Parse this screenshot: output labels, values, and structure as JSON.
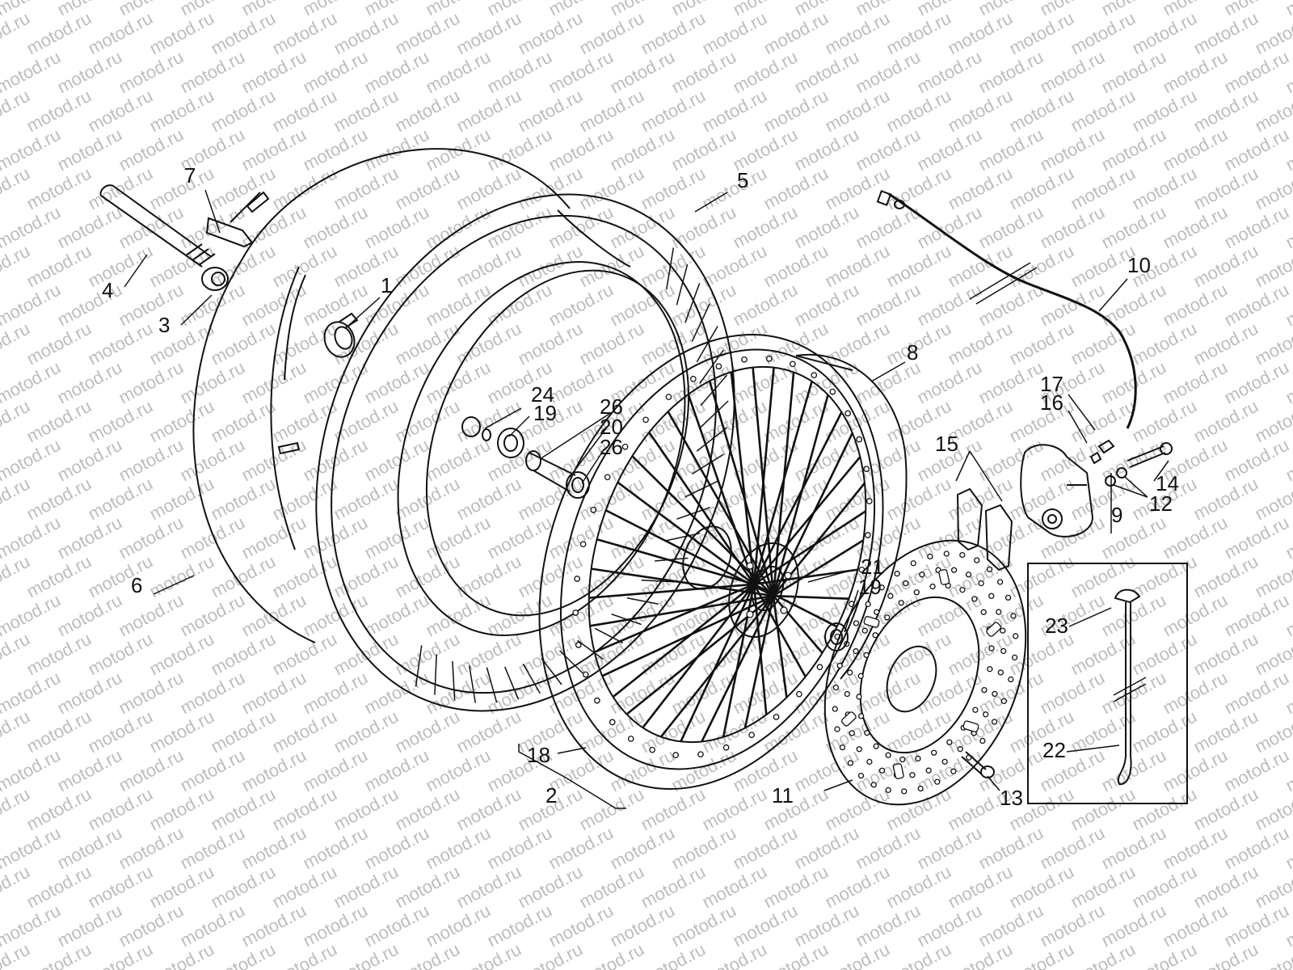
{
  "watermark": "motod.ru",
  "callouts": [
    {
      "id": "c1",
      "text": "1"
    },
    {
      "id": "c2",
      "text": "2"
    },
    {
      "id": "c3",
      "text": "3"
    },
    {
      "id": "c4",
      "text": "4"
    },
    {
      "id": "c5",
      "text": "5"
    },
    {
      "id": "c6",
      "text": "6"
    },
    {
      "id": "c7",
      "text": "7"
    },
    {
      "id": "c8",
      "text": "8"
    },
    {
      "id": "c9",
      "text": "9"
    },
    {
      "id": "c10",
      "text": "10"
    },
    {
      "id": "c11",
      "text": "11"
    },
    {
      "id": "c12",
      "text": "12"
    },
    {
      "id": "c13",
      "text": "13"
    },
    {
      "id": "c14",
      "text": "14"
    },
    {
      "id": "c15",
      "text": "15"
    },
    {
      "id": "c16",
      "text": "16"
    },
    {
      "id": "c17",
      "text": "17"
    },
    {
      "id": "c18",
      "text": "18"
    },
    {
      "id": "c19a",
      "text": "19"
    },
    {
      "id": "c19b",
      "text": "19"
    },
    {
      "id": "c20",
      "text": "20"
    },
    {
      "id": "c21",
      "text": "21"
    },
    {
      "id": "c22",
      "text": "22"
    },
    {
      "id": "c23",
      "text": "23"
    },
    {
      "id": "c24",
      "text": "24"
    },
    {
      "id": "c26a",
      "text": "26"
    },
    {
      "id": "c26b",
      "text": "26"
    }
  ]
}
